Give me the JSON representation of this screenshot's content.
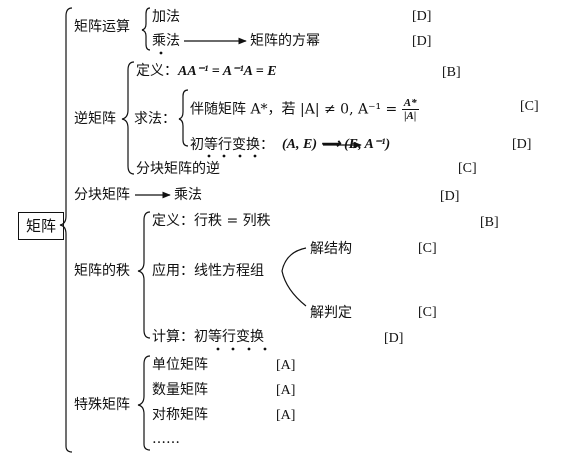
{
  "root": "矩阵",
  "nodes": {
    "juzhen_yunsuan": "矩阵运算",
    "jiafa": "加法",
    "chengfa": "乘法",
    "chengfa_target": "矩阵的方幂",
    "ni_juzhen": "逆矩阵",
    "dingyi_ni": "定义：",
    "dingyi_ni_formula": "AA⁻¹ = A⁻¹A = E",
    "qiufa": "求法：",
    "banSui": "伴随矩阵 A*，若 |A| ≠ 0, A⁻¹ =",
    "banSui_num": "A*",
    "banSui_den": "|A|",
    "chudeng": "初等行变换：",
    "chudeng_formula": "(A, E) ⟶ (E, A⁻¹)",
    "fenkuai_ni": "分块矩阵的逆",
    "fenkuai": "分块矩阵",
    "fenkuai_target": "乘法",
    "zhi": "矩阵的秩",
    "dingyi_zhi": "定义：行秩 = 列秩",
    "yingyong": "应用：线性方程组",
    "jiegou": "解结构",
    "panding": "解判定",
    "jisuan": "计算：初等行变换",
    "teshu": "特殊矩阵",
    "danwei": "单位矩阵",
    "shuliang": "数量矩阵",
    "duicheng": "对称矩阵",
    "etc": "……"
  },
  "tags": {
    "jiafa": "[D]",
    "chengfa": "[D]",
    "dingyi_ni": "[B]",
    "banSui": "[C]",
    "chudeng": "[D]",
    "fenkuai_ni": "[C]",
    "fenkuai": "[D]",
    "dingyi_zhi": "[B]",
    "jiegou": "[C]",
    "panding": "[C]",
    "jisuan": "[D]",
    "danwei": "[A]",
    "shuliang": "[A]",
    "duicheng": "[A]"
  }
}
